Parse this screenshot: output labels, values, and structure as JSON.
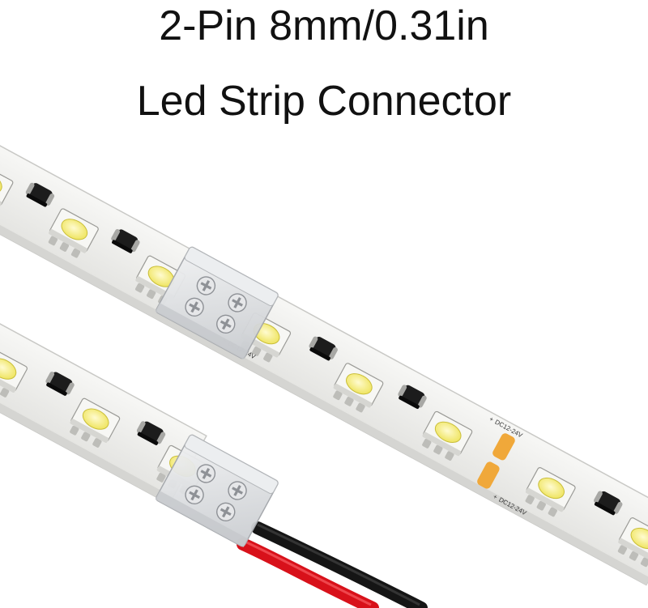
{
  "title": {
    "line1": "2-Pin 8mm/0.31in",
    "line2": "Led Strip Connector"
  },
  "strips": {
    "voltage_label": "DC12-24V",
    "plus_sign": "+"
  },
  "colors": {
    "strip_body": "#eeeeec",
    "strip_edge": "#cfcfcc",
    "led_yellow": "#f3ec73",
    "led_housing": "#f6f6f3",
    "resistor": "#1c1c1c",
    "solder_pad": "#f0a83a",
    "connector": "#d9dbdd",
    "wire_red": "#d8111a",
    "wire_black": "#151515"
  }
}
